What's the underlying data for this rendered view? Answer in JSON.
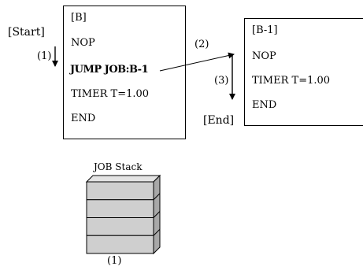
{
  "job_b": {
    "title": "[B]",
    "lines": [
      "NOP",
      "JUMP JOB:B-1",
      "TIMER T=1.00",
      "END"
    ]
  },
  "job_b1": {
    "title": "[B-1]",
    "lines": [
      "NOP",
      "TIMER T=1.00",
      "END"
    ]
  },
  "labels": {
    "start": "[Start]",
    "end": "[End]",
    "step1": "(1)",
    "step2": "(2)",
    "step3": "(3)"
  },
  "stack": {
    "title": "JOB Stack",
    "bottom_label": "(1)",
    "levels": 4,
    "fill_color": "#cfcfcf",
    "top_color": "#e4e4e4",
    "side_color": "#a8a8a8"
  }
}
